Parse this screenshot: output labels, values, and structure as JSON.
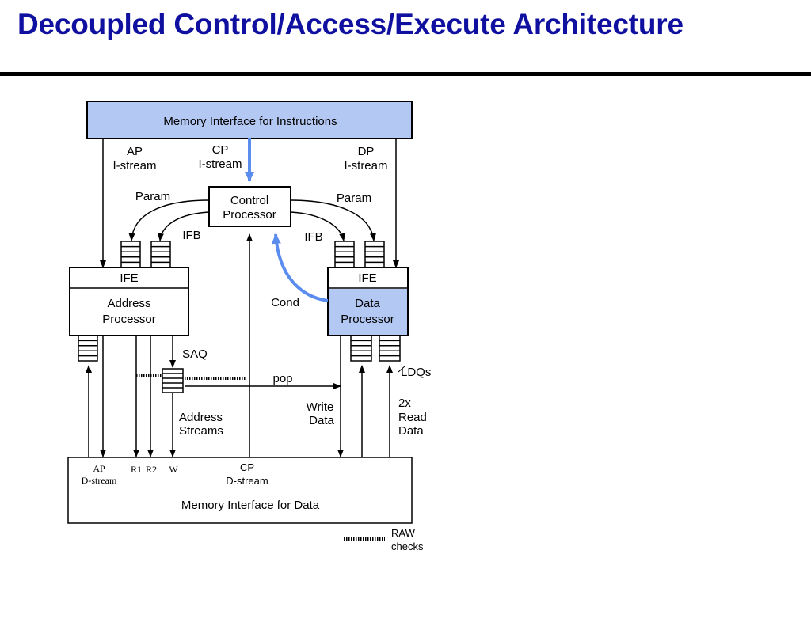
{
  "slide": {
    "title": "Decoupled Control/Access/Execute Architecture"
  },
  "diagram": {
    "memory_instr": "Memory Interface for Instructions",
    "memory_data": "Memory Interface for Data",
    "ap_istream": [
      "AP",
      "I-stream"
    ],
    "cp_istream": [
      "CP",
      "I-stream"
    ],
    "dp_istream": [
      "DP",
      "I-stream"
    ],
    "param_left": "Param",
    "param_right": "Param",
    "control_processor": [
      "Control",
      "Processor"
    ],
    "ifb_left": "IFB",
    "ifb_right": "IFB",
    "ife_left": "IFE",
    "ife_right": "IFE",
    "address_processor": [
      "Address",
      "Processor"
    ],
    "data_processor": [
      "Data",
      "Processor"
    ],
    "cond": "Cond",
    "saq": "SAQ",
    "pop": "pop",
    "ldqs": "LDQs",
    "address_streams": [
      "Address",
      "Streams"
    ],
    "write_data": [
      "Write",
      "Data"
    ],
    "read_data": [
      "2x",
      "Read",
      "Data"
    ],
    "ap_dstream": [
      "AP",
      "D-stream"
    ],
    "r1": "R1",
    "r2": "R2",
    "w": "W",
    "cp_dstream": [
      "CP",
      "D-stream"
    ],
    "raw_checks": [
      "RAW",
      "checks"
    ]
  },
  "colors": {
    "title": "#1010a0",
    "box_fill": "#b4c8f4",
    "accent_arrow": "#5b8def"
  }
}
